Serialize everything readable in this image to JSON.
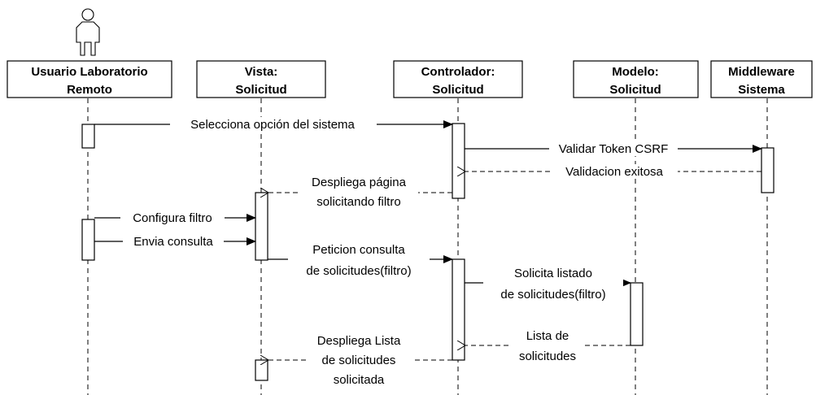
{
  "participants": [
    {
      "id": "usuario",
      "line1": "Usuario Laboratorio",
      "line2": "Remoto"
    },
    {
      "id": "vista",
      "line1": "Vista:",
      "line2": "Solicitud"
    },
    {
      "id": "controlador",
      "line1": "Controlador:",
      "line2": "Solicitud"
    },
    {
      "id": "modelo",
      "line1": "Modelo:",
      "line2": "Solicitud"
    },
    {
      "id": "middleware",
      "line1": "Middleware",
      "line2": "Sistema"
    }
  ],
  "messages": [
    {
      "id": "m1",
      "lines": [
        "Selecciona opción del sistema"
      ]
    },
    {
      "id": "m2",
      "lines": [
        "Validar Token CSRF"
      ]
    },
    {
      "id": "m3",
      "lines": [
        "Validacion exitosa"
      ]
    },
    {
      "id": "m4",
      "lines": [
        "Despliega página",
        "solicitando filtro"
      ]
    },
    {
      "id": "m5",
      "lines": [
        "Configura filtro"
      ]
    },
    {
      "id": "m6",
      "lines": [
        "Envia consulta"
      ]
    },
    {
      "id": "m7",
      "lines": [
        "Peticion consulta",
        "de solicitudes(filtro)"
      ]
    },
    {
      "id": "m8",
      "lines": [
        "Solicita listado",
        "de solicitudes(filtro)"
      ]
    },
    {
      "id": "m9",
      "lines": [
        "Lista de",
        "solicitudes"
      ]
    },
    {
      "id": "m10",
      "lines": [
        "Despliega Lista",
        "de solicitudes",
        "solicitada"
      ]
    }
  ]
}
